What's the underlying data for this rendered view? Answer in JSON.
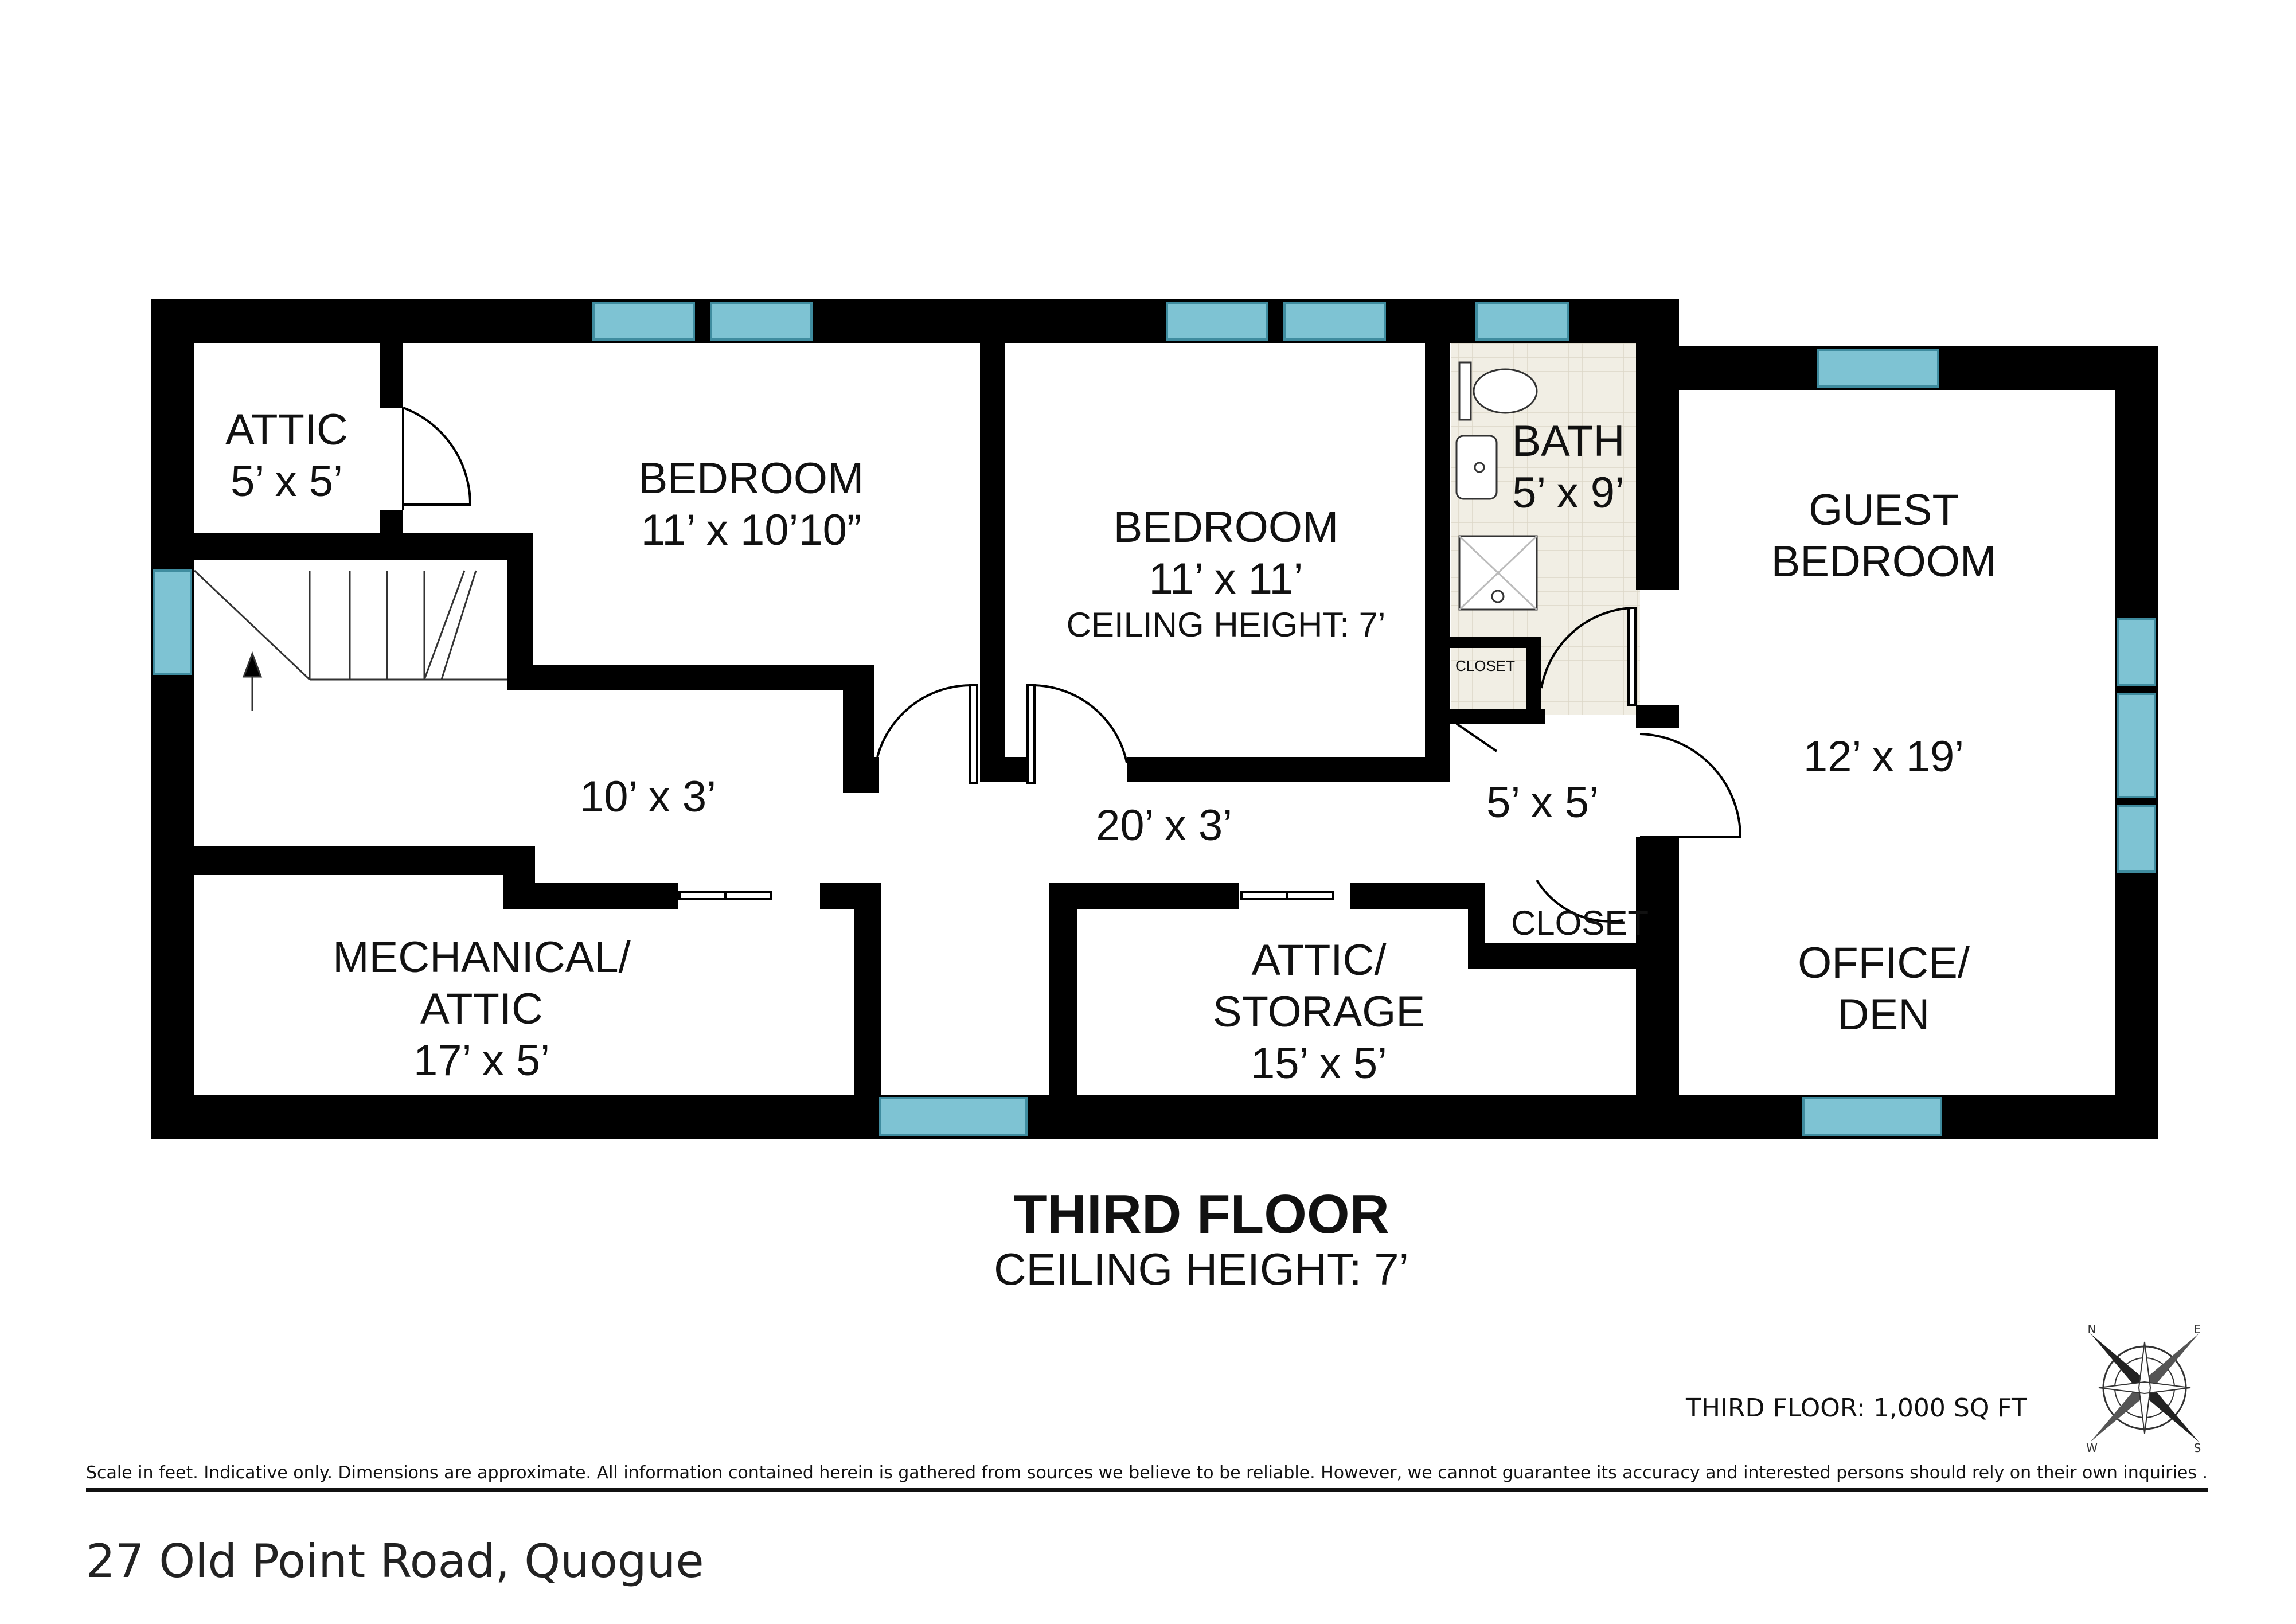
{
  "rooms": {
    "attic_small": {
      "name": "ATTIC",
      "dims": "5’ x 5’"
    },
    "bedroom_1": {
      "name": "BEDROOM",
      "dims": "11’ x 10’10”"
    },
    "bedroom_2": {
      "name": "BEDROOM",
      "dims": "11’ x 11’",
      "note": "CEILING HEIGHT: 7’"
    },
    "bath": {
      "name": "BATH",
      "dims": "5’ x 9’"
    },
    "guest_bedroom": {
      "name_line1": "GUEST",
      "name_line2": "BEDROOM",
      "dims": "12’ x 19’",
      "alt_line1": "OFFICE/",
      "alt_line2": "DEN"
    },
    "hall_left": {
      "dims": "10’ x 3’"
    },
    "hall_center": {
      "dims": "20’ x 3’"
    },
    "landing": {
      "dims": "5’ x 5’"
    },
    "mechanical": {
      "name_line1": "MECHANICAL/",
      "name_line2": "ATTIC",
      "dims": "17’ x 5’"
    },
    "attic_storage": {
      "name_line1": "ATTIC/",
      "name_line2": "STORAGE",
      "dims": "15’ x 5’"
    },
    "closet_bath": {
      "name": "CLOSET"
    },
    "closet_landing": {
      "name": "CLOSET"
    }
  },
  "floor": {
    "title": "THIRD FLOOR",
    "ceiling": "CEILING HEIGHT: 7’",
    "area": "THIRD FLOOR: 1,000 SQ FT"
  },
  "compass": {
    "n": "N",
    "e": "E",
    "w": "W",
    "s": "S"
  },
  "disclaimer": "Scale in feet. Indicative only. Dimensions are approximate. All information contained herein is gathered from sources we believe to be reliable. However, we cannot guarantee its accuracy and interested persons should rely on their own  inquiries .",
  "address": "27 Old Point Road, Quogue",
  "colors": {
    "wall": "#000000",
    "window": "#7ec3d3",
    "bath_tile": "#f1eee4"
  }
}
